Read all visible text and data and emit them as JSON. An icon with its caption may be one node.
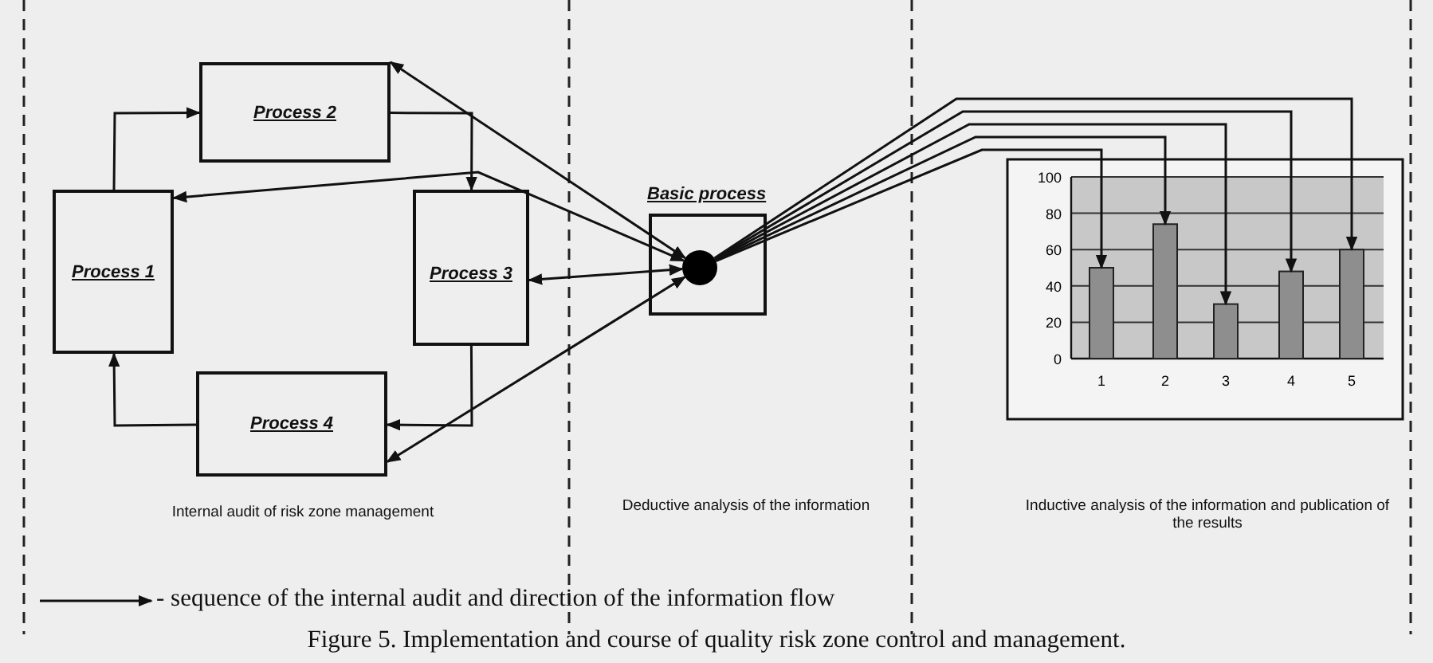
{
  "diagram": {
    "caption": "Figure 5. Implementation and course of quality risk zone control and management.",
    "nodes": [
      {
        "text": [
          "Process 1"
        ]
      },
      {
        "text": [
          "Process 2"
        ]
      },
      {
        "text": [
          "Process 3"
        ]
      },
      {
        "text": [
          "Process 4"
        ]
      },
      {
        "text": [
          "Basic process"
        ]
      },
      {
        "text": [],
        "shape": "circle",
        "in": 4
      },
      {
        "text": [],
        "shape": "bar"
      },
      {
        "text": [],
        "shape": "bar"
      },
      {
        "text": [],
        "shape": "bar"
      },
      {
        "text": [],
        "shape": "bar"
      },
      {
        "text": [],
        "shape": "bar"
      }
    ],
    "edges": [
      {
        "from": 0,
        "to": 1,
        "arrow": "to"
      },
      {
        "from": 1,
        "to": 2,
        "arrow": "to"
      },
      {
        "from": 2,
        "to": 3,
        "arrow": "to"
      },
      {
        "from": 3,
        "to": 0,
        "arrow": "to"
      },
      {
        "from": 5,
        "to": 1,
        "arrow": "both"
      },
      {
        "from": 5,
        "to": 0,
        "arrow": "both"
      },
      {
        "from": 5,
        "to": 2,
        "arrow": "both"
      },
      {
        "from": 5,
        "to": 3,
        "arrow": "both"
      },
      {
        "from": 5,
        "to": 6,
        "arrow": "to"
      },
      {
        "from": 5,
        "to": 7,
        "arrow": "to"
      },
      {
        "from": 5,
        "to": 8,
        "arrow": "to"
      },
      {
        "from": 5,
        "to": 9,
        "arrow": "to"
      },
      {
        "from": 5,
        "to": 10,
        "arrow": "to"
      }
    ],
    "labels": [
      "Internal audit of risk zone management",
      "Deductive analysis of the information",
      "Inductive analysis of the information and publication of the results"
    ],
    "legend": [
      {
        "text": "- sequence of the internal audit and direction of the information flow"
      }
    ],
    "chart_data": {
      "type": "bar",
      "categories": [
        "1",
        "2",
        "3",
        "4",
        "5"
      ],
      "values": [
        50,
        74,
        30,
        48,
        60
      ],
      "ylim": [
        0,
        100
      ],
      "yticks": [
        0,
        20,
        40,
        60,
        80,
        100
      ],
      "grid": true
    }
  }
}
